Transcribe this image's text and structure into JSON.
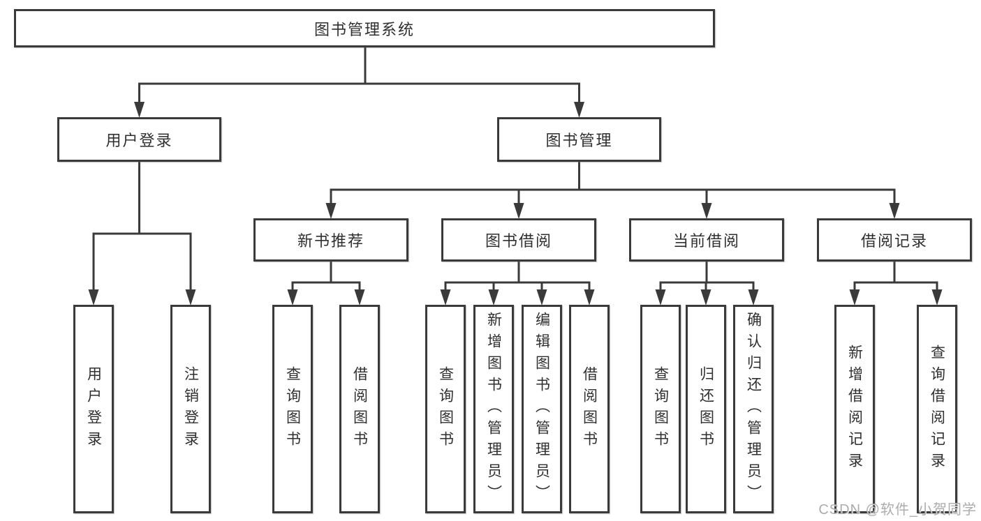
{
  "diagram": {
    "root": {
      "label": "图书管理系统"
    },
    "level2": [
      {
        "label": "用户登录"
      },
      {
        "label": "图书管理"
      }
    ],
    "level3": [
      {
        "label": "新书推荐"
      },
      {
        "label": "图书借阅"
      },
      {
        "label": "当前借阅"
      },
      {
        "label": "借阅记录"
      }
    ],
    "leaves": {
      "user_login": [
        {
          "label": "用户登录"
        },
        {
          "label": "注销登录"
        }
      ],
      "new_book_recommend": [
        {
          "label": "查询图书"
        },
        {
          "label": "借阅图书"
        }
      ],
      "book_borrow": [
        {
          "label": "查询图书"
        },
        {
          "label": "新增图书（管理员）"
        },
        {
          "label": "编辑图书（管理员）"
        },
        {
          "label": "借阅图书"
        }
      ],
      "current_borrow": [
        {
          "label": "查询图书"
        },
        {
          "label": "归还图书"
        },
        {
          "label": "确认归还（管理员）"
        }
      ],
      "borrow_record": [
        {
          "label": "新增借阅记录"
        },
        {
          "label": "查询借阅记录"
        }
      ]
    },
    "colors": {
      "line": "#3a3a3a",
      "box_border": "#3a3a3a",
      "box_background": "#ffffff",
      "text": "#2f2f2f",
      "watermark": "#a8a8a8"
    }
  },
  "watermark": {
    "text": "CSDN @软件_小贺同学"
  }
}
